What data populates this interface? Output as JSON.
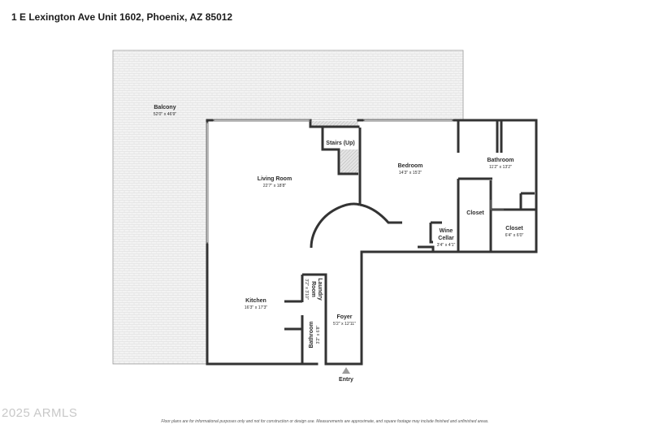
{
  "title": "1 E Lexington Ave Unit 1602, Phoenix, AZ 85012",
  "rooms": {
    "balcony": {
      "name": "Balcony",
      "dim": "52'0\" x 46'9\""
    },
    "living_room": {
      "name": "Living Room",
      "dim": "22'7\" x 18'8\""
    },
    "stairs": {
      "name": "Stairs (Up)"
    },
    "bedroom": {
      "name": "Bedroom",
      "dim": "14'3\" x 15'2\""
    },
    "bathroom_master": {
      "name": "Bathroom",
      "dim": "11'2\" x 13'2\""
    },
    "closet_1": {
      "name": "Closet"
    },
    "closet_2": {
      "name": "Closet",
      "dim": "6'4\" x 6'0\""
    },
    "wine_cellar": {
      "name_line1": "Wine",
      "name_line2": "Cellar",
      "dim": "3'4\" x 4'1\""
    },
    "laundry": {
      "name_line1": "Laundry",
      "name_line2": "Room",
      "dim": "3'2\" x 3'10\""
    },
    "kitchen": {
      "name": "Kitchen",
      "dim": "16'3\" x 17'3\""
    },
    "foyer": {
      "name": "Foyer",
      "dim": "5'2\" x 12'11\""
    },
    "bathroom_half": {
      "name": "Bathroom",
      "dim": "3'2\" x 6'8\""
    }
  },
  "entry_label": "Entry",
  "watermark": "2025 ARMLS",
  "disclaimer": "Floor plans are for informational purposes only and not for construction or design use. Measurements are approximate, and square footage may include finished and unfinished areas."
}
